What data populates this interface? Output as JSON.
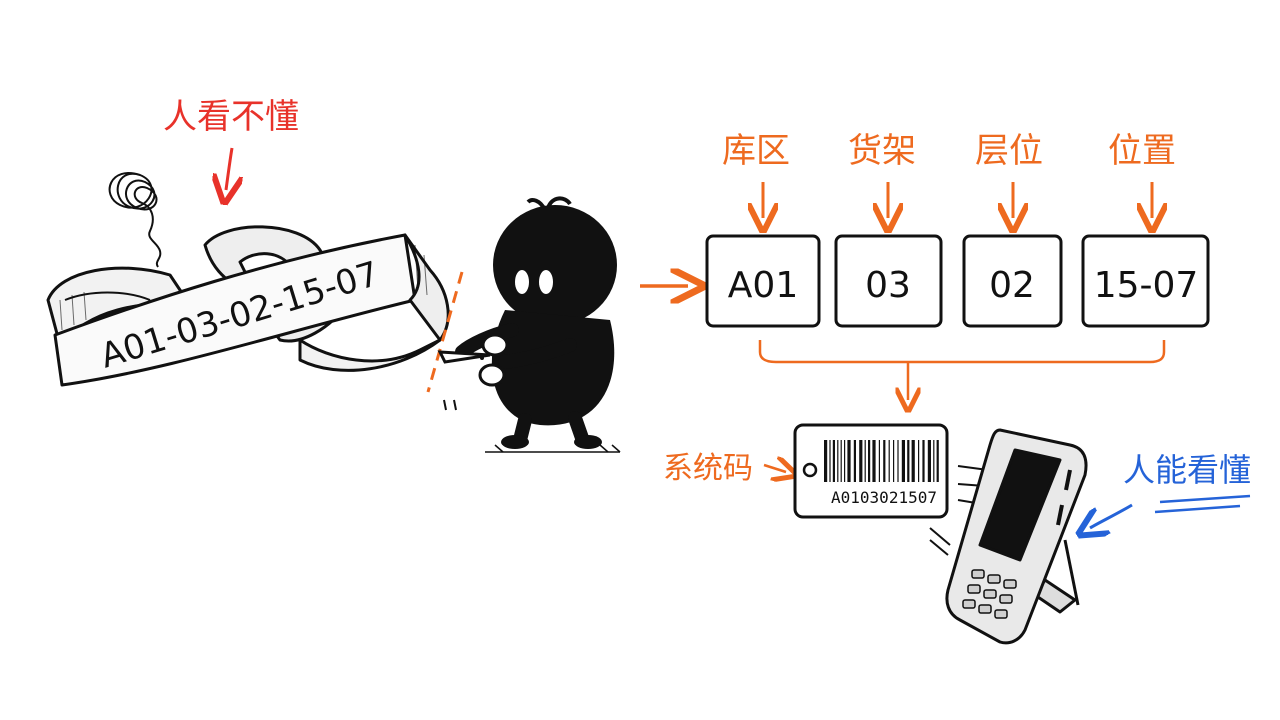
{
  "labels": {
    "human_cannot_read": "人看不懂",
    "machine_can_read": "人能看懂",
    "system_code": "系统码"
  },
  "ribbon": {
    "code": "A01-03-02-15-07"
  },
  "segments": [
    {
      "label": "库区",
      "value": "A01"
    },
    {
      "label": "货架",
      "value": "03"
    },
    {
      "label": "层位",
      "value": "02"
    },
    {
      "label": "位置",
      "value": "15-07"
    }
  ],
  "barcode_tag": {
    "number": "A0103021507"
  },
  "colors": {
    "red": "#e8322a",
    "orange": "#ee6a1f",
    "blue": "#2563d8",
    "ink": "#111111"
  },
  "icons": [
    "scribble-icon",
    "scissors-icon",
    "character-icon",
    "barcode-icon",
    "handheld-scanner-icon"
  ]
}
